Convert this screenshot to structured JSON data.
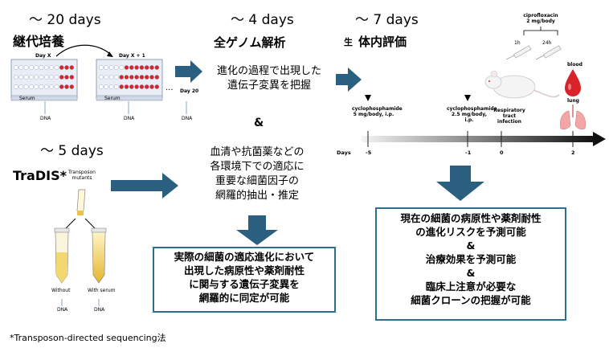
{
  "left": {
    "duration_top": "～ 20 days",
    "title": "継代培養",
    "day_x": "Day X",
    "day_x1": "Day X + 1",
    "ellipsis": "...",
    "day20": "Day 20",
    "serum": "Serum",
    "dna": "DNA",
    "duration_mid": "～ 5 days",
    "tradis": "TraDIS*",
    "transposon": "Transposon\nmutants",
    "without": "Without",
    "with_serum": "With serum",
    "footnote": "*Transposon-directed sequencing法"
  },
  "mid": {
    "duration": "～ 4 days",
    "title": "全ゲノム解析",
    "text1": "進化の過程で出現した\n遺伝子変異を把握",
    "amp": "&",
    "text2": "血清や抗菌薬などの\n各環境下での適応に\n重要な細菌因子の\n網羅的抽出・推定",
    "box": "実際の細菌の適応進化において\n出現した病原性や薬剤耐性\nに関与する遺伝子変異を\n網羅的に同定が可能"
  },
  "right": {
    "duration": "～ 7 days",
    "title_prefix": "生",
    "title": "体内評価",
    "cipro": "ciprofloxacin\n2 mg/body",
    "h1": "1h",
    "h24": "24h",
    "blood": "blood",
    "lung": "lung",
    "cyclo1": "cyclophosphamide\n5 mg/body, i.p.",
    "cyclo2": "cyclophosphamide\n2.5 mg/body, i.p.",
    "infection": "Respiratory\ntract\ninfection",
    "days_label": "Days",
    "ticks": [
      "-5",
      "-1",
      "0",
      "2"
    ],
    "box_lines": [
      "現在の細菌の病原性や薬剤耐性",
      "の進化リスクを予測可能",
      "&",
      "治療効果を予測可能",
      "&",
      "臨床上注意が必要な",
      "細菌クローンの把握が可能"
    ]
  },
  "colors": {
    "arrow": "#2a5f7f",
    "box_border": "#2e6e8e",
    "red": "#d9232a"
  }
}
